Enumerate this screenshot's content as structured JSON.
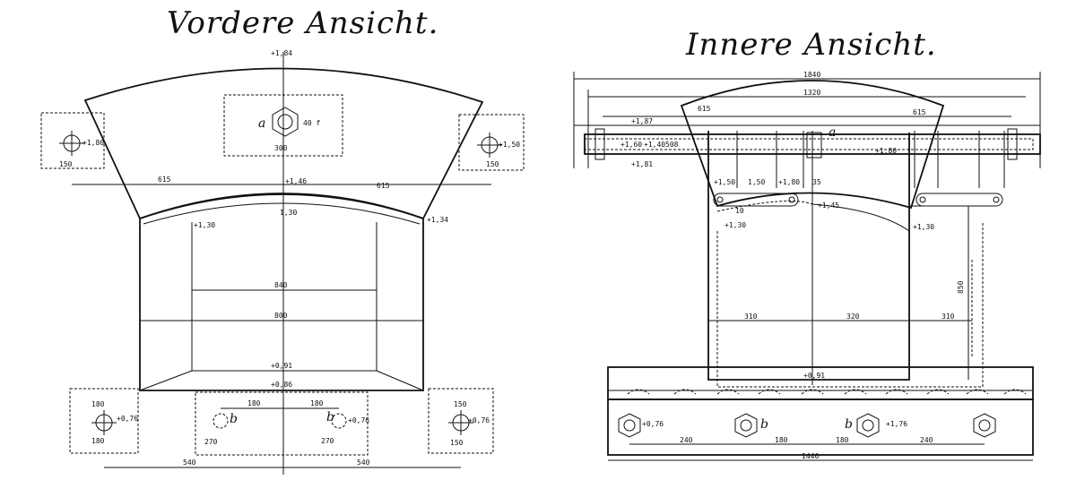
{
  "front_view": {
    "title": "Vordere Ansicht.",
    "labels": {
      "top_level": "+1,84",
      "nut_letter": "a",
      "nut_size": "40 f",
      "nut_dim": "300",
      "left_bolt": "+1,80",
      "left_bolt_dim": "150",
      "right_bolt": "+1,50",
      "right_bolt_dim": "150",
      "span_left": "615",
      "span_right": "615",
      "crown_level": "+1,46",
      "arch_left": "+1,30",
      "arch_right": "+1,34",
      "arch_mid": "1,30",
      "inner_width": "840",
      "outer_width": "800",
      "floor_level": "+0,91",
      "base_level": "+0,86",
      "bl_dim_v": "180",
      "bl_dim_h": "180",
      "bl_bolt": "+0,76",
      "br_dim_v": "150",
      "br_dim_h": "150",
      "br_bolt": "+0,76",
      "bc_dim_a": "180",
      "bc_dim_b": "180",
      "bc_letter_l": "b",
      "bc_letter_r": "b",
      "bc_val_r": "+0,76",
      "bc_dim_c": "270",
      "bc_dim_d": "270",
      "bottom_left": "540",
      "bottom_right": "540"
    }
  },
  "inner_view": {
    "title": "Innere Ansicht.",
    "labels": {
      "total_top": "1840",
      "width_2": "1320",
      "span_l": "615",
      "span_r": "615",
      "lvl_1": "+1,87",
      "lvl_2": "+1,81",
      "a_letter": "a",
      "bolt_row": "+1,60",
      "bolt_row_b": "+1,40",
      "bolt_row_c": "508",
      "bolt_row_r": "+1,80",
      "slot_l1": "+1,50",
      "slot_l2": "1,50",
      "slot_l3": "+1,80",
      "slot_mid": "+1,45",
      "slot_lbl": "10",
      "arc_l": "+1,30",
      "arc_r": "+1,30",
      "mid_35": "35",
      "height_v": "850",
      "d_310_l": "310",
      "d_320": "320",
      "d_310_r": "310",
      "base_lvl": "+0,91",
      "bolt_tag_l": "+0,76",
      "bolt_b1": "b",
      "bolt_b2": "b",
      "bolt_tag_r": "+1,76",
      "b_240_l": "240",
      "b_180_l": "180",
      "b_180_r": "180",
      "b_240_r": "240",
      "total_bottom": "1440"
    }
  }
}
